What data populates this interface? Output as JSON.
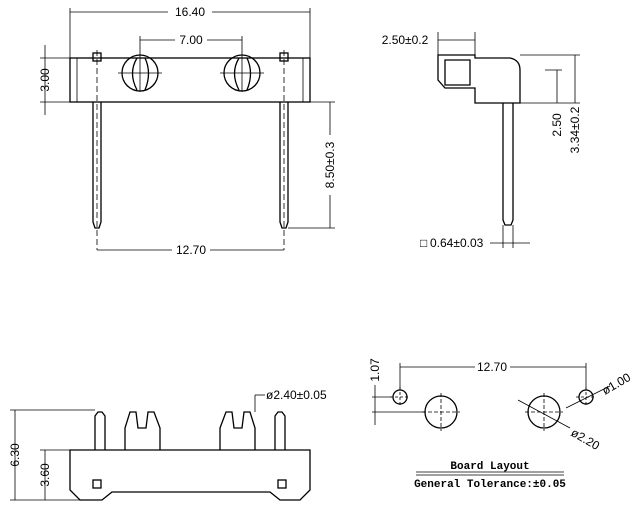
{
  "front_view": {
    "width": "16.40",
    "hole_pitch": "7.00",
    "height": "3.00",
    "pin_length": "8.50±0.3",
    "pin_pitch": "12.70"
  },
  "side_view": {
    "offset": "2.50±0.2",
    "pin_height": "2.50",
    "total_height": "3.34±0.2",
    "pin_size": "0.64±0.03",
    "pin_size_marker": "□"
  },
  "bottom_view": {
    "post_diameter": "ø2.40±0.05",
    "total_height": "6.30",
    "body_height": "3.60"
  },
  "board_layout": {
    "pitch": "12.70",
    "offset": "1.07",
    "small_hole": "ø1.00",
    "large_hole": "ø2.20",
    "title": "Board Layout",
    "tolerance": "General Tolerance:±0.05"
  }
}
